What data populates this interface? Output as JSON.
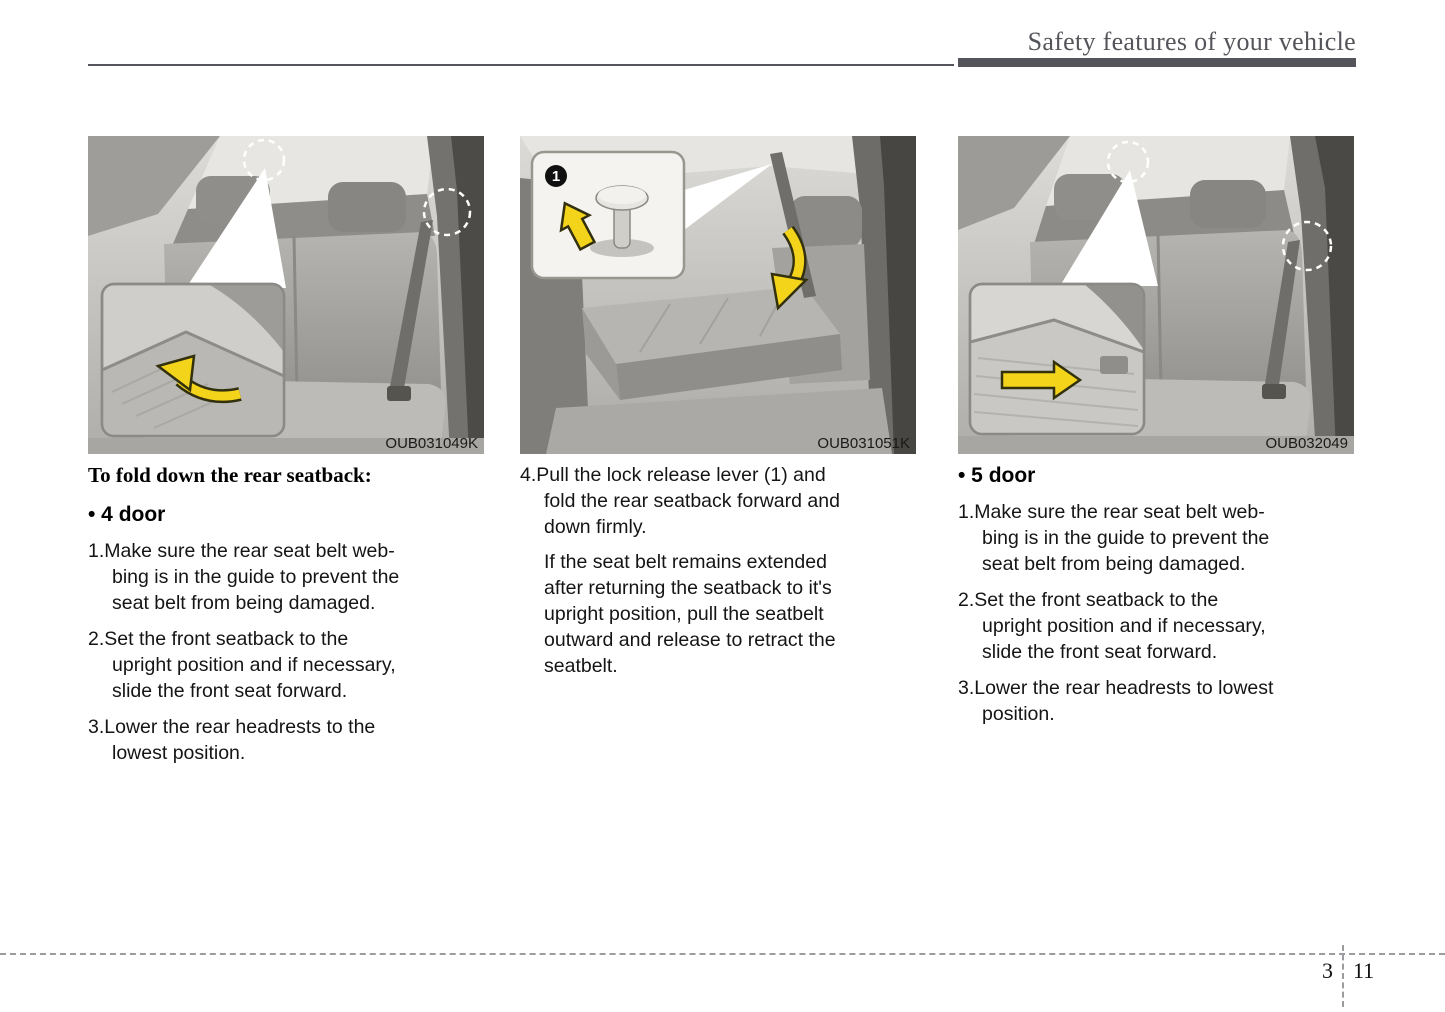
{
  "header": {
    "title": "Safety features of your vehicle"
  },
  "figures": {
    "fig1": {
      "code": "OUB031049K"
    },
    "fig2": {
      "code": "OUB031051K",
      "lever_badge": "1"
    },
    "fig3": {
      "code": "OUB032049"
    }
  },
  "col1": {
    "heading": "To fold down the rear seatback:",
    "bullet": "• 4 door",
    "steps": [
      "1.Make sure the rear seat belt web-\nbing is in the guide to prevent the\nseat belt from being damaged.",
      "2.Set the front seatback to the\nupright position and if necessary,\nslide the front seat forward.",
      "3.Lower the rear headrests to the\nlowest position."
    ]
  },
  "col2": {
    "steps": [
      "4.Pull the lock release lever (1) and\nfold the rear seatback forward and\ndown firmly."
    ],
    "note": "If the seat belt remains extended\nafter returning the seatback to it's\nupright position, pull the seatbelt\noutward and release to retract the\nseatbelt."
  },
  "col3": {
    "bullet": "• 5 door",
    "steps": [
      "1.Make sure the rear seat belt web-\nbing is in the guide to prevent the\nseat belt from being damaged.",
      "2.Set the front seatback to the\nupright position and if necessary,\nslide the front seat forward.",
      "3.Lower the rear headrests to lowest\nposition."
    ]
  },
  "footer": {
    "chapter": "3",
    "page": "11"
  },
  "colors": {
    "accent_yellow": "#f3d41b",
    "header_gray": "#54555a"
  }
}
